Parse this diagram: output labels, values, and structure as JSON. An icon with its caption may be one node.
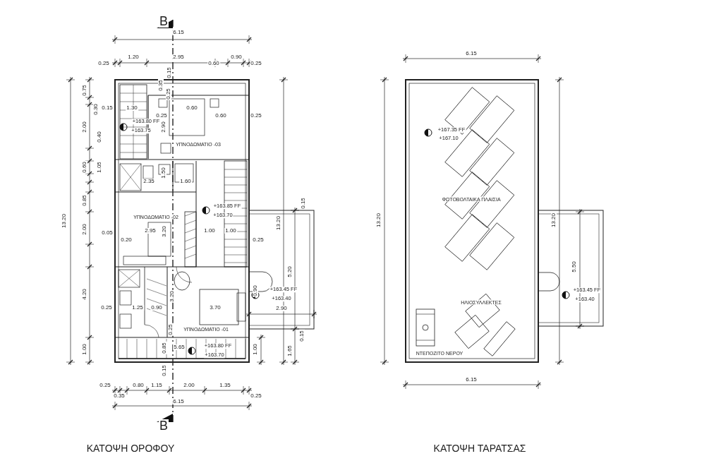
{
  "diagram": {
    "labels": [
      "B",
      "6.15",
      "0.25",
      "1.20",
      "2.95",
      "0.60",
      "0.90",
      "0.25",
      "0.15",
      "0.75",
      "0.35",
      "0.25",
      "0.30",
      "0.15",
      "1.30",
      "0.60",
      "0.25",
      "0.60",
      "0.25",
      "2.00",
      "+163.80 FF",
      "+163.75",
      "2.90",
      "0.40",
      "ΥΠΝΟΔΩΜΑΤΙΟ -03",
      "0.60",
      "1.05",
      "1.50",
      "2.35",
      "1.60",
      "0.85",
      "+163.85 FF",
      "+163.70",
      "ΥΠΝΟΔΩΜΑΤΙΟ -02",
      "13.20",
      "2.00",
      "0.05",
      "2.95",
      "3.20",
      "0.20",
      "1.00",
      "1.00",
      "0.25",
      "0.15",
      "13.20",
      "5.20",
      "0.90",
      "+163.45 FF",
      "+163.40",
      "4.20",
      "3.20",
      "0.25",
      "1.25",
      "0.90",
      "3.70",
      "2.90",
      "0.25",
      "ΥΠΝΟΔΩΜΑΤΙΟ -01",
      "0.15",
      "1.00",
      "0.85",
      "5.65",
      "+163.80 FF",
      "+163.70",
      "1.00",
      "1.65",
      "0.15",
      "0.25",
      "0.35",
      "0.80",
      "1.15",
      "2.00",
      "1.35",
      "0.25",
      "6.15",
      "B",
      "ΚΑΤΟΨΗ ΟΡΟΦΟΥ",
      "6.15",
      "13.20",
      "+167.35 FF",
      "+167.10",
      "ΦΩΤΟΒΟΛΤΑΙΚΑ ΠΛΑΙΣΙΑ",
      "13.20",
      "5.50",
      "+163.45 FF",
      "+163.40",
      "ΗΛΙΟΣΥΛΛΕΚΤΕΣ",
      "ΝΤΕΠΟΖΙΤΟ ΝΕΡΟΥ",
      "6.15",
      "ΚΑΤΟΨΗ ΤΑΡΑΤΣΑΣ"
    ]
  }
}
